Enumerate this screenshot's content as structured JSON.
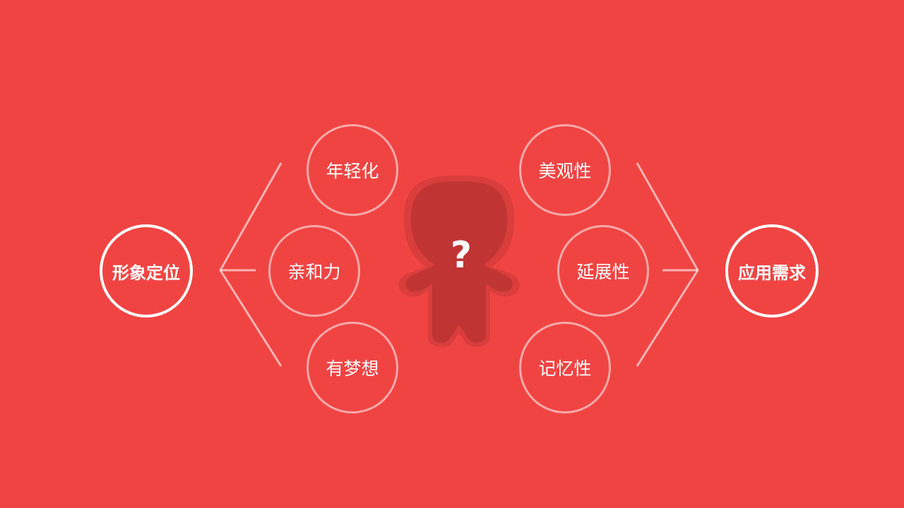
{
  "left_group": {
    "main_label": "形象定位",
    "items": [
      "年轻化",
      "亲和力",
      "有梦想"
    ]
  },
  "right_group": {
    "main_label": "应用需求",
    "items": [
      "美观性",
      "延展性",
      "记忆性"
    ]
  },
  "mascot": {
    "symbol": "?"
  },
  "colors": {
    "background": "#f04443",
    "mascot_body": "#c03534",
    "mascot_outline": "#d93d3c",
    "line": "#ffffff"
  }
}
